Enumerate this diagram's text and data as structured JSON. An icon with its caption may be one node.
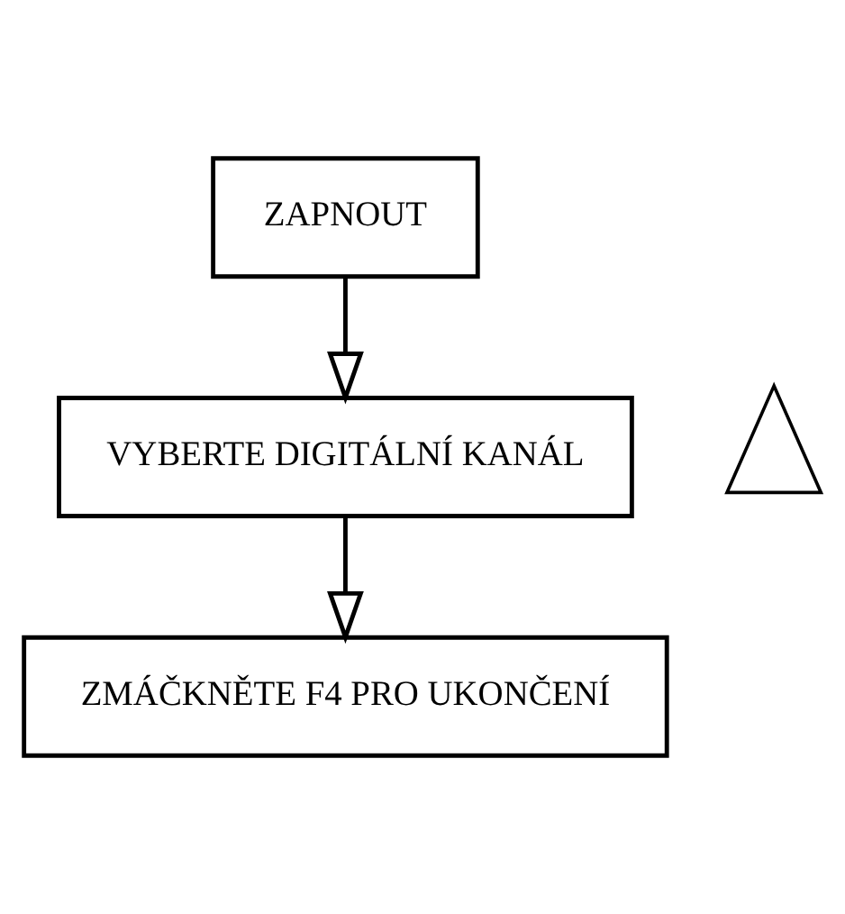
{
  "diagram": {
    "nodes": [
      {
        "text": [
          "ZAPNOUT"
        ]
      },
      {
        "text": [
          "VYBERTE DIGITÁLNÍ KANÁL"
        ]
      },
      {
        "text": [
          "ZMÁČKNĚTE F4 PRO UKONČENÍ"
        ]
      },
      {
        "text": [],
        "shape": "triangle"
      }
    ],
    "edges": [
      {
        "from": 0,
        "to": 1,
        "arrow": "to"
      },
      {
        "from": 1,
        "to": 2,
        "arrow": "to"
      }
    ]
  }
}
